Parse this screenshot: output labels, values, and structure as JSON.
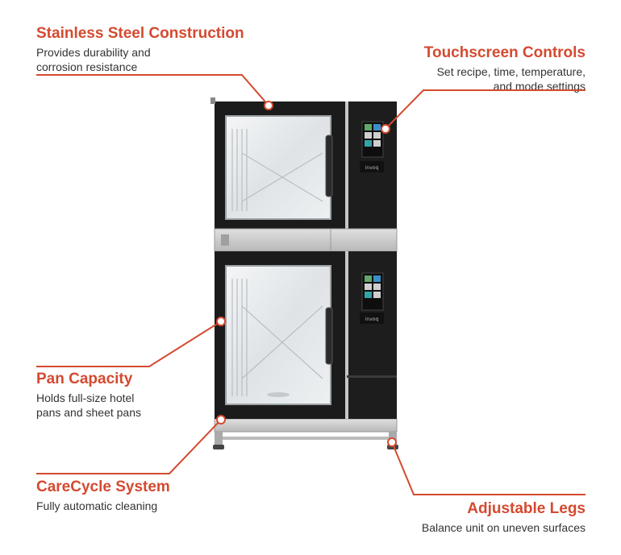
{
  "colors": {
    "accent": "#d44a30",
    "oven_body": "#1a1a1a",
    "steel": "#c8c8c8",
    "text": "#333333"
  },
  "callouts": {
    "steel": {
      "title": "Stainless Steel Construction",
      "desc": "Provides durability and\ncorrosion resistance"
    },
    "touch": {
      "title": "Touchscreen Controls",
      "desc": "Set recipe, time, temperature,\nand mode settings"
    },
    "pan": {
      "title": "Pan Capacity",
      "desc": "Holds full-size hotel\npans and sheet pans"
    },
    "care": {
      "title": "CareCycle System",
      "desc": "Fully automatic cleaning"
    },
    "legs": {
      "title": "Adjustable Legs",
      "desc": "Balance unit on uneven surfaces"
    }
  },
  "brand": {
    "logo_text": "invoq"
  }
}
